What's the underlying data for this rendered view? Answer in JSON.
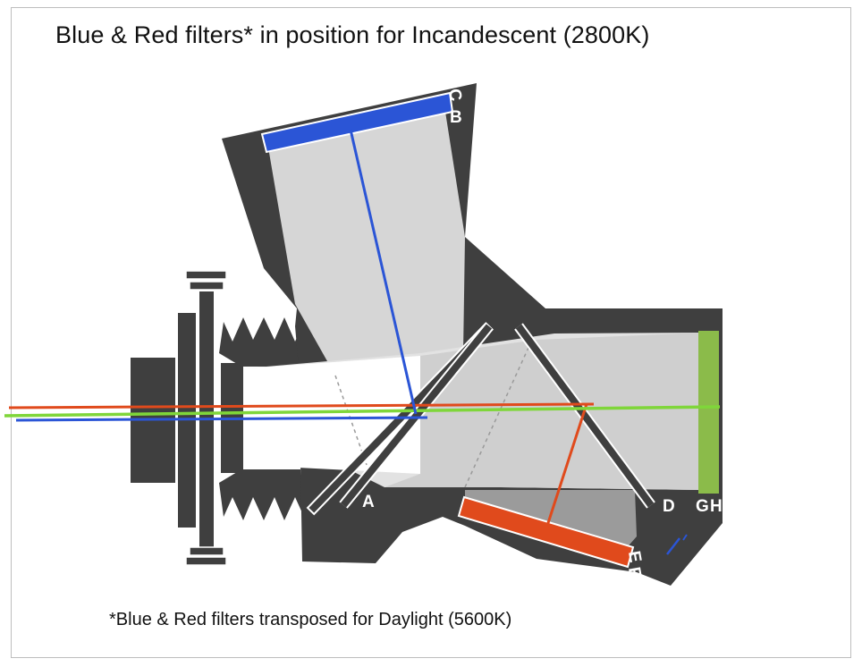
{
  "title": "Blue & Red filters* in position for Incandescent (2800K)",
  "footnote": "*Blue & Red filters transposed for Daylight (5600K)",
  "labels": {
    "a": "A",
    "b": "B",
    "c": "C",
    "d": "D",
    "e": "E",
    "f": "F",
    "g": "G",
    "h": "H"
  },
  "colors": {
    "body": "#3f3f3f",
    "light_beam": "#d6d6d6",
    "blue": "#2b55d6",
    "red": "#e04a1c",
    "green": "#7fd63a",
    "green_plate": "#8bbb4a"
  }
}
